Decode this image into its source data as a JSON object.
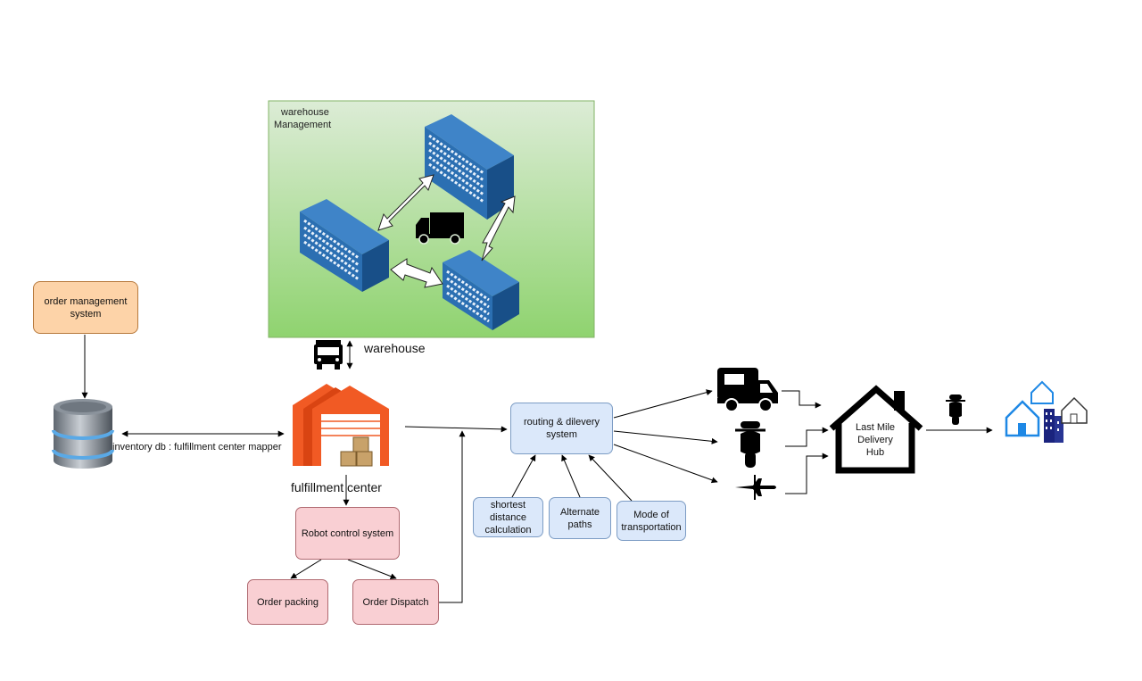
{
  "panel": {
    "title_line1": "warehouse",
    "title_line2": "Management"
  },
  "nodes": {
    "order_management": "order management system",
    "inventory_db": "inventory db : fulfillment center mapper",
    "warehouse": "warehouse",
    "fulfillment_center": "fulfillment center",
    "robot_control": "Robot control system",
    "order_packing": "Order packing",
    "order_dispatch": "Order Dispatch",
    "routing": "routing & dilevery system",
    "shortest_distance": "shortest distance calculation",
    "alternate_paths": "Alternate paths",
    "mode_of_transport": "Mode of transportation",
    "last_mile_line1": "Last Mile",
    "last_mile_line2": "Delivery",
    "last_mile_line3": "Hub"
  },
  "icons": {
    "database": "database-icon",
    "warehouse_building": "office-building-icon",
    "truck": "truck-icon",
    "fulfillment": "warehouse-icon",
    "camper_truck": "delivery-truck-icon",
    "scooter": "scooter-icon",
    "airplane": "airplane-icon",
    "house": "house-icon",
    "city": "city-icon"
  },
  "colors": {
    "panel_fill_top": "#dcecd6",
    "panel_fill_bottom": "#8fd36f",
    "orange_fill": "#fdd3a8",
    "pink_fill": "#f9cfd3",
    "blue_fill": "#dbe8fa",
    "building_blue": "#2b6fb2",
    "fulfillment_red": "#f15a24"
  }
}
